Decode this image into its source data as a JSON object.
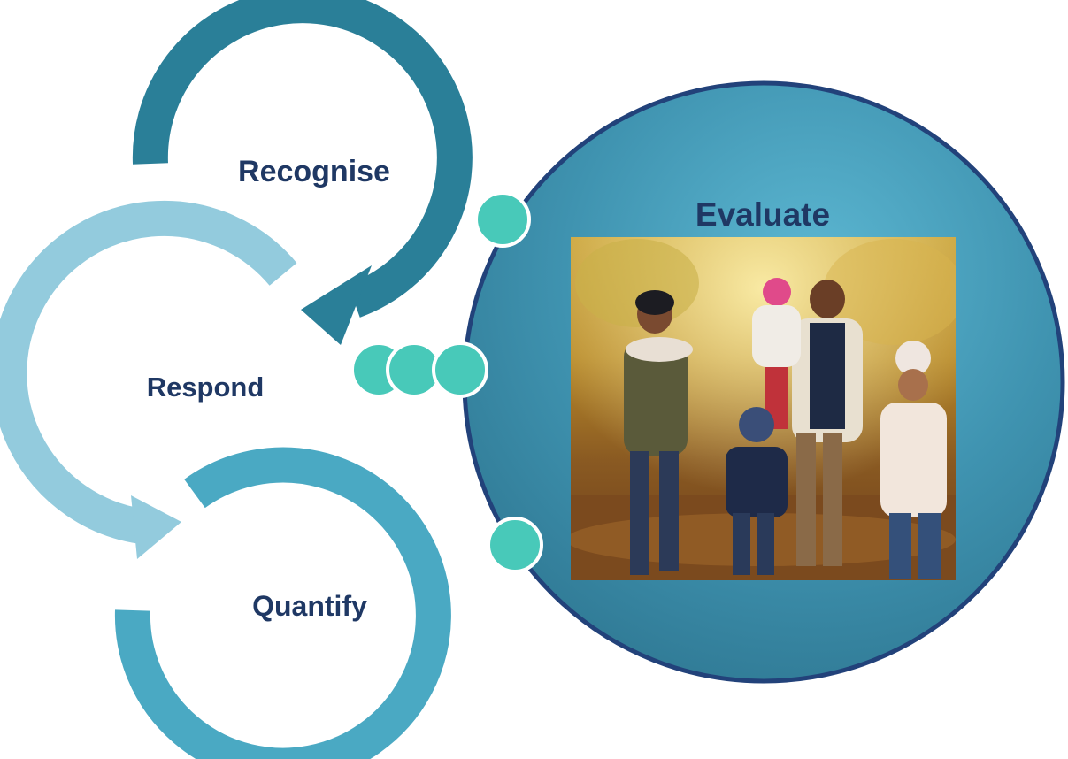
{
  "diagram": {
    "steps": [
      {
        "id": "recognise",
        "label": "Recognise",
        "color": "#2a7f98"
      },
      {
        "id": "respond",
        "label": "Respond",
        "color": "#93cbdd"
      },
      {
        "id": "quantify",
        "label": "Quantify",
        "color": "#4aa9c3"
      }
    ],
    "evaluate": {
      "label": "Evaluate",
      "photo": "family-walking-autumn-woods-photo"
    },
    "connector_color": "#48c9b9",
    "text_color": "#1f3864"
  }
}
